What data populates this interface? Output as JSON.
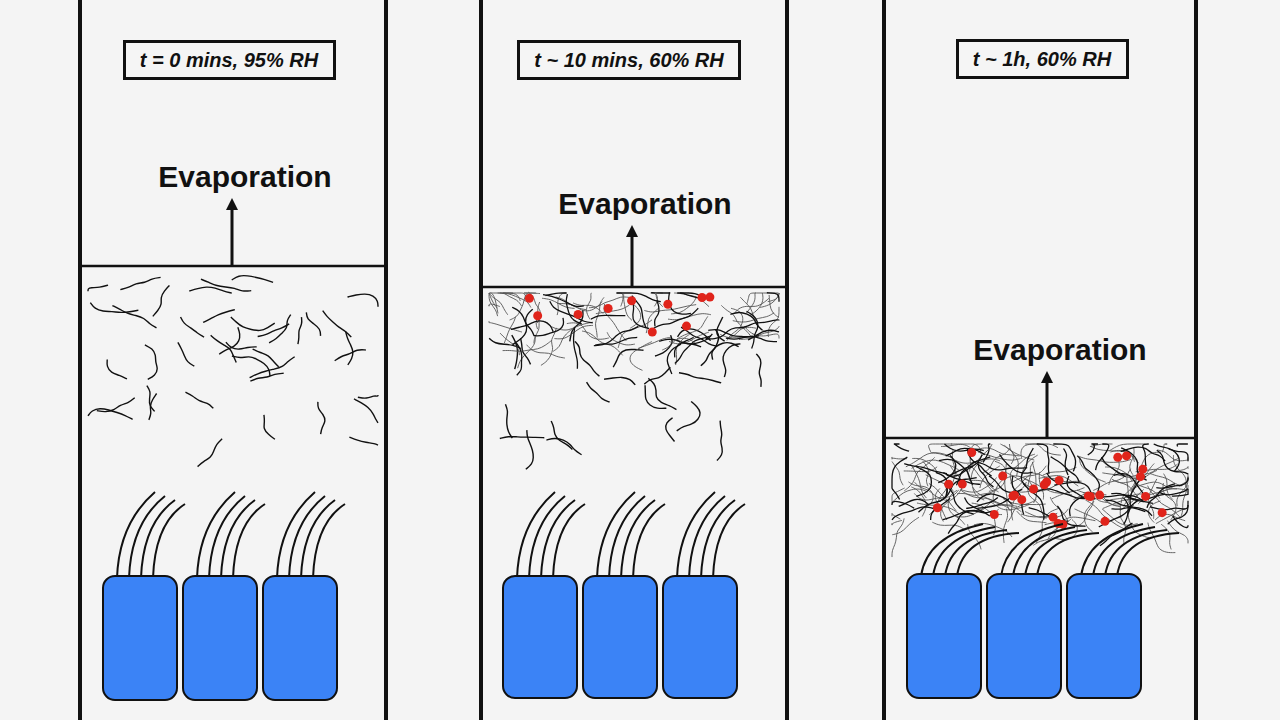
{
  "diagram": {
    "nodes": [
      {
        "text": [
          "t = 0 mins, 95% RH"
        ]
      },
      {
        "text": [
          "t ~ 10 mins, 60% RH"
        ]
      },
      {
        "text": [
          "t ~ 1h, 60% RH"
        ]
      }
    ],
    "labels": [
      "Evaporation",
      "Evaporation",
      "Evaporation"
    ]
  }
}
